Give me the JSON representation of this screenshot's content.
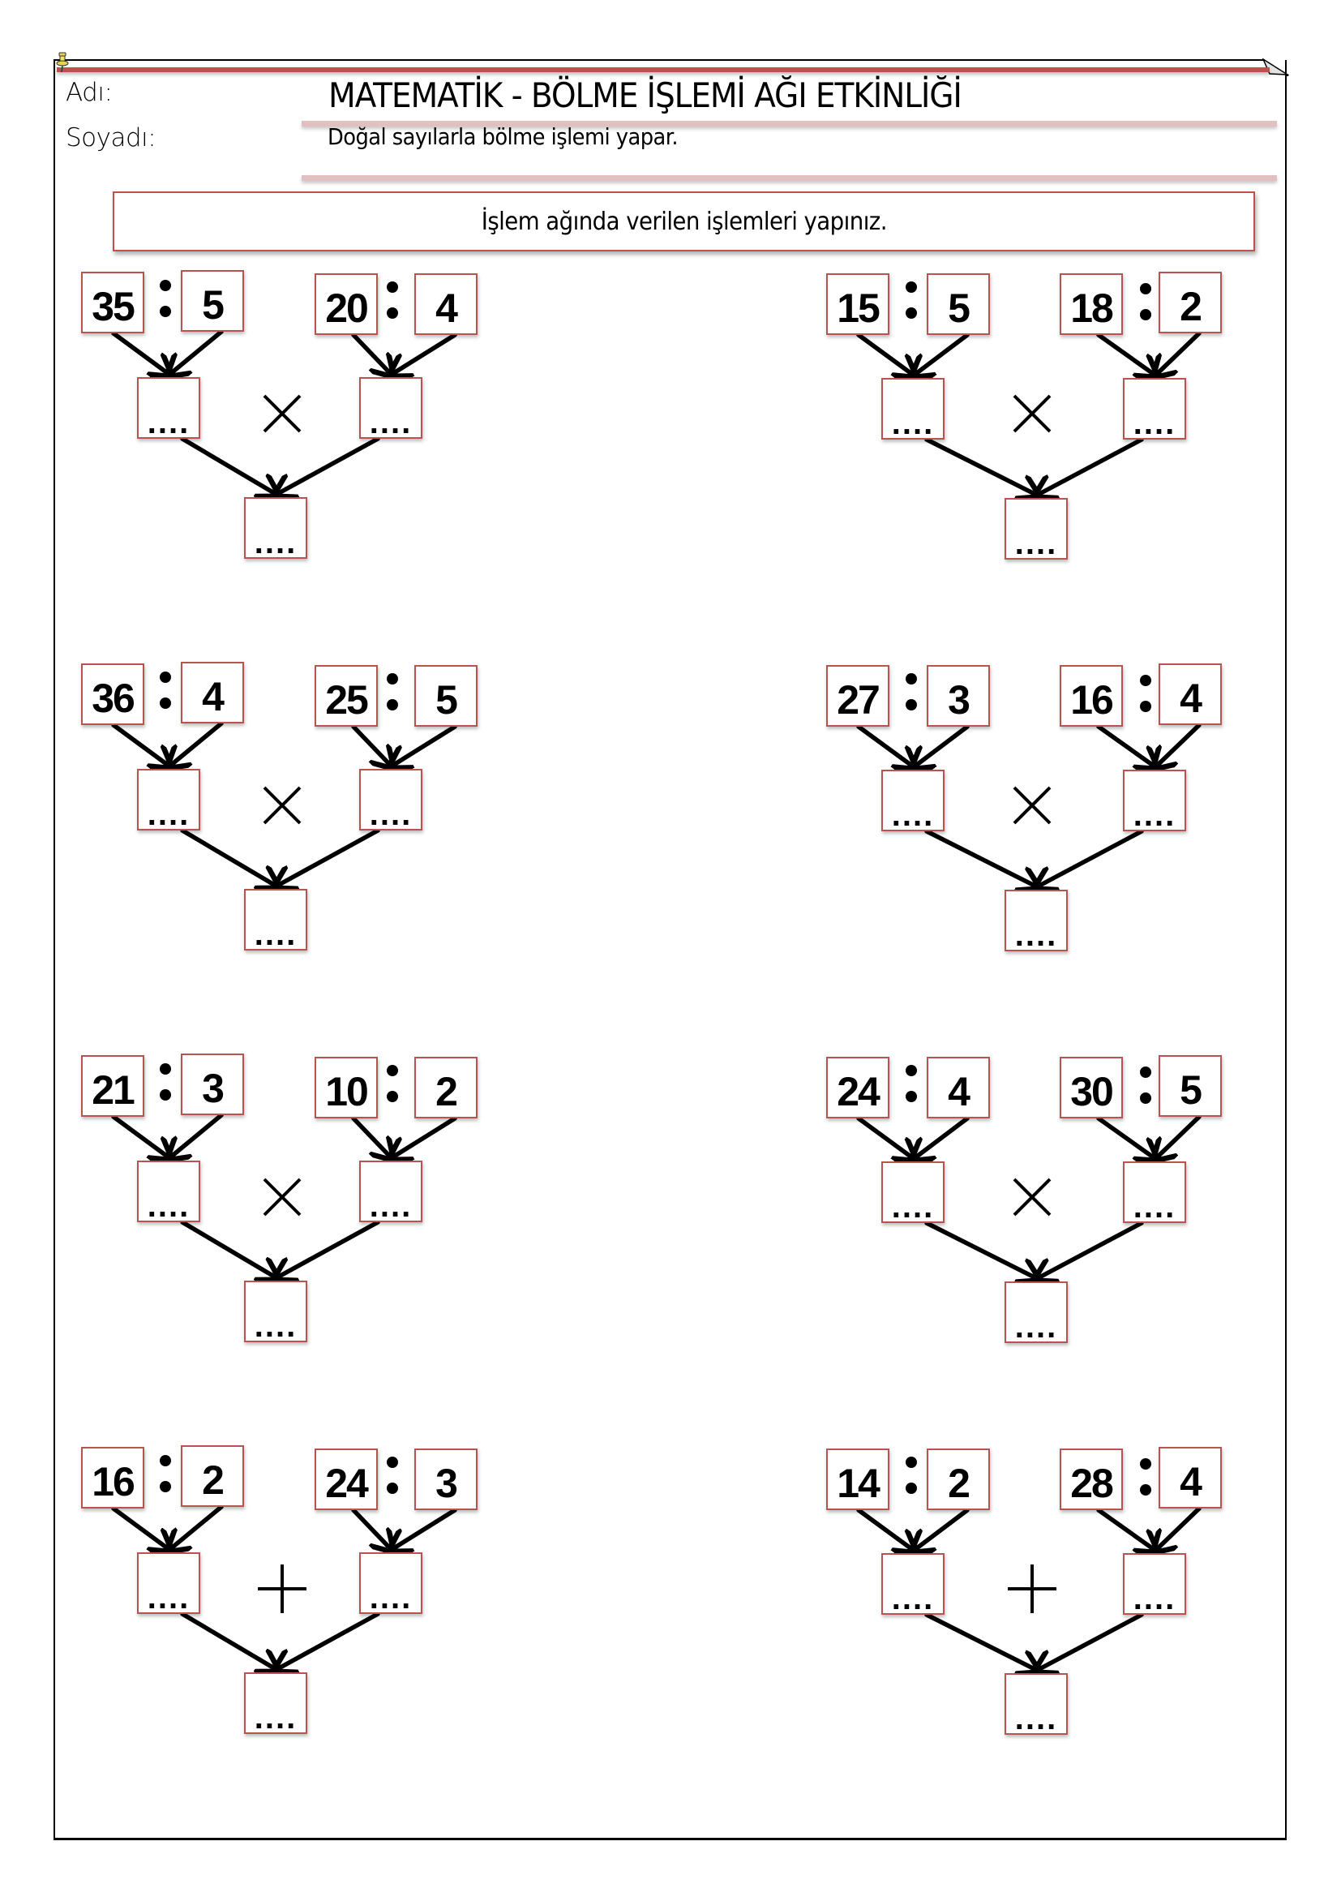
{
  "header": {
    "name_label": "Adı:",
    "surname_label": "Soyadı:",
    "title": "MATEMATİK - BÖLME İŞLEMİ AĞI ETKİNLİĞİ",
    "objective": "Doğal sayılarla bölme işlemi yapar."
  },
  "instruction": "İşlem ağında verilen işlemleri yapınız.",
  "placeholder": "....",
  "colors": {
    "accent_red": "#c0504d",
    "box_border": "#b85450",
    "pink_line": "#e2bfc0"
  },
  "puzzles": [
    {
      "left": {
        "dividend": "35",
        "divisor": "5"
      },
      "operator": "×",
      "right": {
        "dividend": "20",
        "divisor": "4"
      }
    },
    {
      "left": {
        "dividend": "15",
        "divisor": "5"
      },
      "operator": "×",
      "right": {
        "dividend": "18",
        "divisor": "2"
      }
    },
    {
      "left": {
        "dividend": "36",
        "divisor": "4"
      },
      "operator": "×",
      "right": {
        "dividend": "25",
        "divisor": "5"
      }
    },
    {
      "left": {
        "dividend": "27",
        "divisor": "3"
      },
      "operator": "×",
      "right": {
        "dividend": "16",
        "divisor": "4"
      }
    },
    {
      "left": {
        "dividend": "21",
        "divisor": "3"
      },
      "operator": "×",
      "right": {
        "dividend": "10",
        "divisor": "2"
      }
    },
    {
      "left": {
        "dividend": "24",
        "divisor": "4"
      },
      "operator": "×",
      "right": {
        "dividend": "30",
        "divisor": "5"
      }
    },
    {
      "left": {
        "dividend": "16",
        "divisor": "2"
      },
      "operator": "+",
      "right": {
        "dividend": "24",
        "divisor": "3"
      }
    },
    {
      "left": {
        "dividend": "14",
        "divisor": "2"
      },
      "operator": "+",
      "right": {
        "dividend": "28",
        "divisor": "4"
      }
    }
  ]
}
